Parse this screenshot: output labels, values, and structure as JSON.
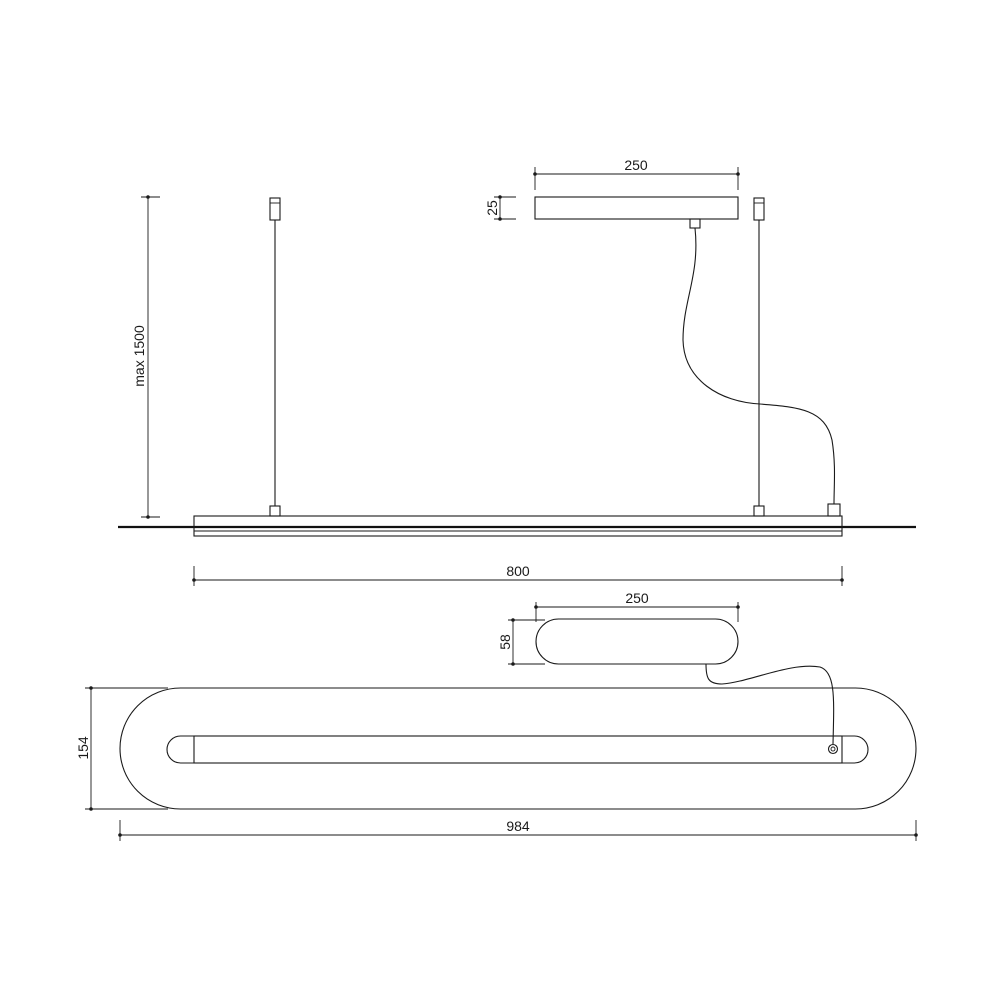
{
  "dimensions": {
    "side_height": "max 1500",
    "canopy_width_side": "250",
    "canopy_thickness": "25",
    "fixture_length_side": "800",
    "canopy_width_top": "250",
    "canopy_depth_top": "58",
    "fixture_width_top": "154",
    "fixture_length_top": "984"
  }
}
